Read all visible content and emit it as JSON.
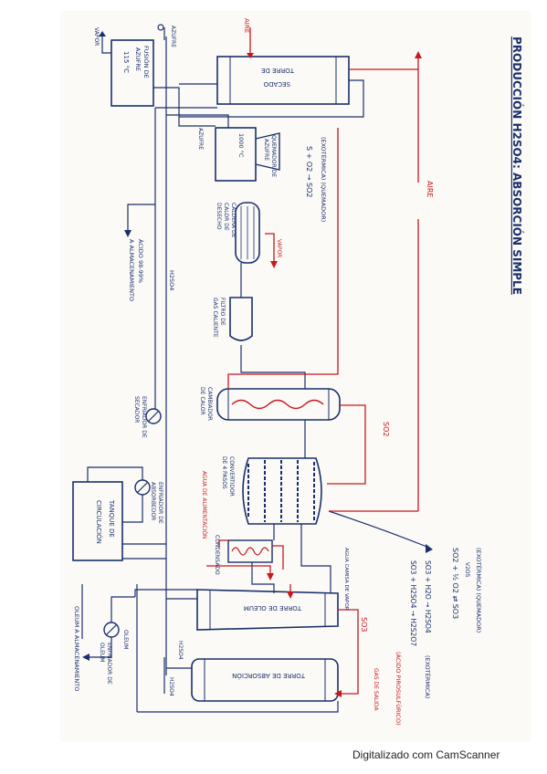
{
  "title": "PRODUCCIÓN H2SO4: ABSORCIÓN SIMPLE",
  "colors": {
    "ink": "#1a2f6b",
    "red": "#c8181e",
    "paper": "#fbfaf7"
  },
  "streams": {
    "aire_top": "AIRE",
    "aire_side": "AIRE",
    "so2": "SO2",
    "so3": "SO3",
    "h2so4_recycle": "H2SO4",
    "h2so4_small_1": "H2SO4",
    "h2so4_small_2": "H2SO4",
    "vapor_left": "VAPOR",
    "azufre_top": "AZUFRE",
    "azufre_left": "AZUFRE",
    "vapor_red": "VAPOR",
    "oleum": "OLEUM",
    "agua_alimentacion": "AGUA DE ALIMENTACIÓN",
    "condensado": "CONDENSADO",
    "agua_camisa": "AGUA CAMISA DE VAPOR",
    "gas_salida": "GAS DE SALIDA"
  },
  "equipment": {
    "fusion": [
      "FUSIÓN DE",
      "AZUFRE",
      "115 °C"
    ],
    "secado": [
      "TORRE DE",
      "SECADO"
    ],
    "quemador": [
      "QUEMADOR DE",
      "AZUFRE",
      "1000 °C"
    ],
    "caldera": [
      "CALDERA DE",
      "CALOR DE",
      "DESECHO"
    ],
    "filtro": [
      "FILTRO DE",
      "GAS CALIENTE"
    ],
    "cambiador": [
      "CAMBIADOR",
      "DE CALOR"
    ],
    "convertidor": [
      "CONVERTIDOR",
      "DE 4 PASOS"
    ],
    "oleum_tower": [
      "TORRE DE OLEUM"
    ],
    "absorcion": [
      "TORRE DE ABSORCIÓN"
    ],
    "tanque": [
      "TANQUE DE",
      "CIRCULACIÓN"
    ],
    "enfriador_1": [
      "ENFRIADOR DE",
      "SECADOR"
    ],
    "enfriador_2": [
      "ENFRIADOR DE",
      "ABSORBEDOR"
    ],
    "enfriador_3": [
      "ENFRIADOR DE",
      "OLEUM"
    ],
    "acido": [
      "ÁCIDO 98-99%",
      "A ALMACENAMIENTO"
    ],
    "oleum_alm": [
      "OLEUM A ALMACENAMIENTO"
    ]
  },
  "reactions": {
    "burner_type": "(EXOTÉRMICA) (QUEMADOR)",
    "burner_eq": "S + O2 → SO2",
    "conv_type": "(EXOTÉRMICA) (QUEMADOR)",
    "conv_eq": "SO2 + ½ O2 ⇄ SO3",
    "conv_cat": "V2O5",
    "abs_eq_1": "SO3 + H2O → H2SO4",
    "abs_eq_1_note": "(EXOTÉRMICA)",
    "abs_eq_2": "SO3 + H2SO4 → H2S2O7",
    "abs_eq_2_note": "(ÁCIDO PIROSULFÚRICO)"
  },
  "footer": "Digitalizado com CamScanner"
}
